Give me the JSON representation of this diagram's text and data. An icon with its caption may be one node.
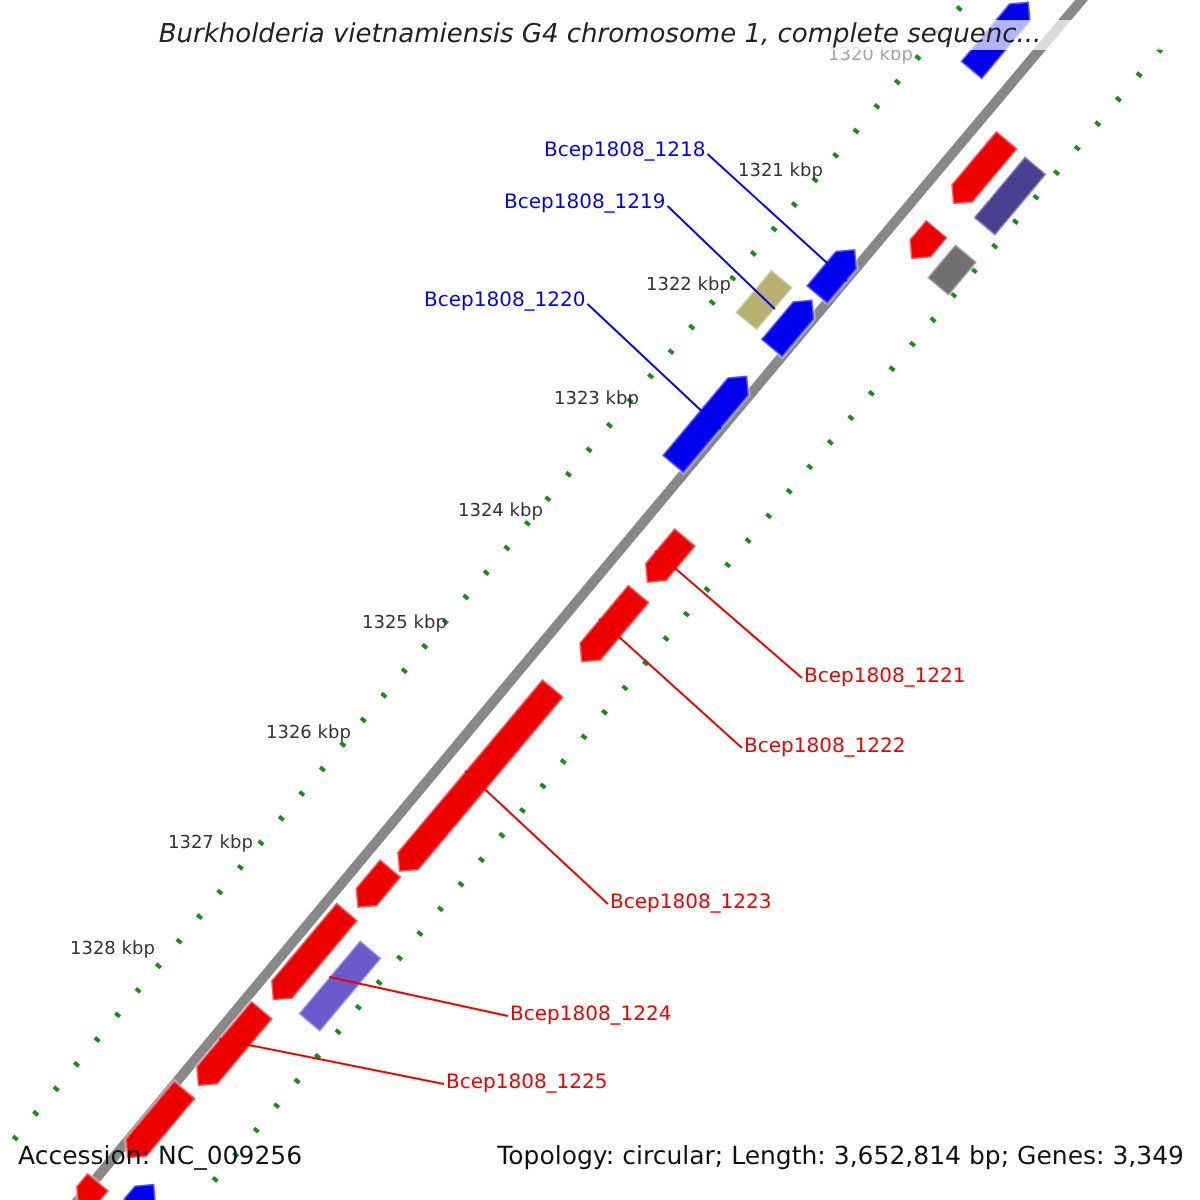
{
  "diagram": {
    "title": "Burkholderia vietnamiensis G4 chromosome 1, complete sequenc...",
    "nodes": [
      {
        "text": [
          "Bcep1808_1218"
        ]
      },
      {
        "text": [
          "Bcep1808_1219"
        ]
      },
      {
        "text": [
          "Bcep1808_1220"
        ]
      },
      {
        "text": [
          "Bcep1808_1221"
        ]
      },
      {
        "text": [
          "Bcep1808_1222"
        ]
      },
      {
        "text": [
          "Bcep1808_1223"
        ]
      },
      {
        "text": [
          "Bcep1808_1224"
        ]
      },
      {
        "text": [
          "Bcep1808_1225"
        ]
      },
      {
        "text": [],
        "shape": "arrow"
      },
      {
        "text": [],
        "shape": "box"
      },
      {
        "text": [],
        "shape": "arrow"
      },
      {
        "text": [],
        "shape": "arrow"
      },
      {
        "text": [],
        "shape": "arrow"
      },
      {
        "text": [],
        "shape": "arrow"
      },
      {
        "text": [],
        "shape": "box"
      },
      {
        "text": [],
        "shape": "arrow"
      },
      {
        "text": [],
        "shape": "arrow"
      },
      {
        "text": [],
        "shape": "arrow"
      },
      {
        "text": [],
        "shape": "arrow"
      },
      {
        "text": [],
        "shape": "box"
      },
      {
        "text": [],
        "shape": "arrow"
      },
      {
        "text": [],
        "shape": "box"
      },
      {
        "text": [],
        "shape": "arrow"
      },
      {
        "text": [],
        "shape": "arrow"
      },
      {
        "text": [],
        "shape": "arrow"
      },
      {
        "text": [],
        "shape": "arrow"
      },
      {
        "text": [],
        "shape": "arrow"
      }
    ],
    "edges": [
      {
        "from": 0,
        "to": 8,
        "arrow": "none",
        "color": "#0000ee"
      },
      {
        "from": 1,
        "to": 9,
        "arrow": "none",
        "color": "#0000ee"
      },
      {
        "from": 2,
        "to": 10,
        "arrow": "none",
        "color": "#0000ee"
      },
      {
        "from": 3,
        "to": 11,
        "arrow": "none"
      },
      {
        "from": 4,
        "to": 12,
        "arrow": "none"
      },
      {
        "from": 5,
        "to": 13,
        "arrow": "none"
      },
      {
        "from": 6,
        "to": 14,
        "arrow": "none"
      },
      {
        "from": 7,
        "to": 15,
        "arrow": "none"
      }
    ],
    "labels": [
      "1320 kbp",
      "1321 kbp",
      "1322 kbp",
      "1323 kbp",
      "1324 kbp",
      "1325 kbp",
      "1326 kbp",
      "1327 kbp",
      "1328 kbp",
      "Accession: NC_009256",
      "Topology: circular; Length: 3,652,814 bp; Genes: 3,349"
    ]
  }
}
